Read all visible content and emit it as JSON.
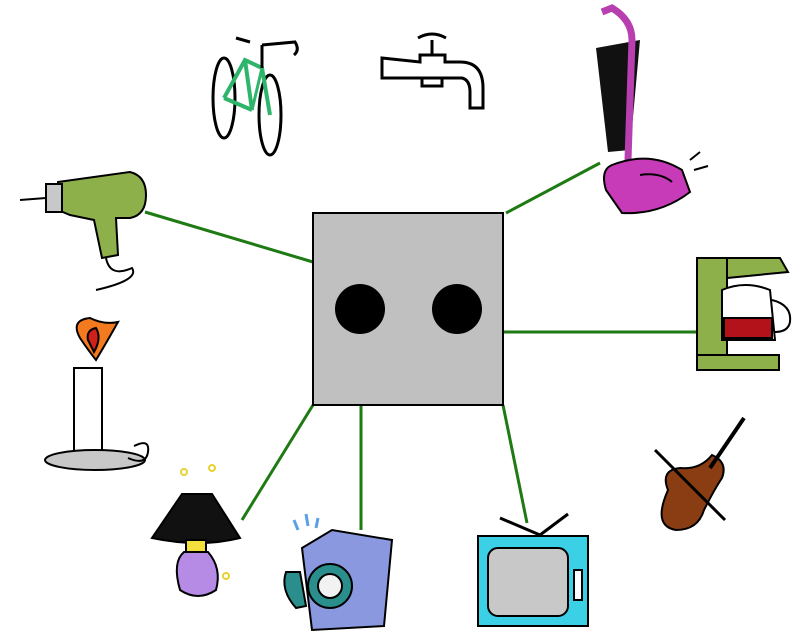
{
  "diagram": {
    "description_hidden": "",
    "socket": {
      "fill": "#c0c0c0",
      "stroke": "#000000",
      "hole_color": "#000000",
      "holes": 2
    },
    "wire_color": "#1e7a12",
    "appliances": [
      {
        "id": "bicycle",
        "icon": "bicycle-icon",
        "connected": false
      },
      {
        "id": "faucet",
        "icon": "faucet-icon",
        "connected": false
      },
      {
        "id": "vacuum",
        "icon": "vacuum-cleaner-icon",
        "connected": true
      },
      {
        "id": "drill",
        "icon": "power-drill-icon",
        "connected": true
      },
      {
        "id": "coffee-maker",
        "icon": "coffee-maker-icon",
        "connected": true
      },
      {
        "id": "candle",
        "icon": "candle-icon",
        "connected": false
      },
      {
        "id": "violin",
        "icon": "violin-icon",
        "connected": false
      },
      {
        "id": "lamp",
        "icon": "lamp-icon",
        "connected": true
      },
      {
        "id": "washing-machine",
        "icon": "washing-machine-icon",
        "connected": true
      },
      {
        "id": "television",
        "icon": "television-icon",
        "connected": true
      }
    ]
  }
}
